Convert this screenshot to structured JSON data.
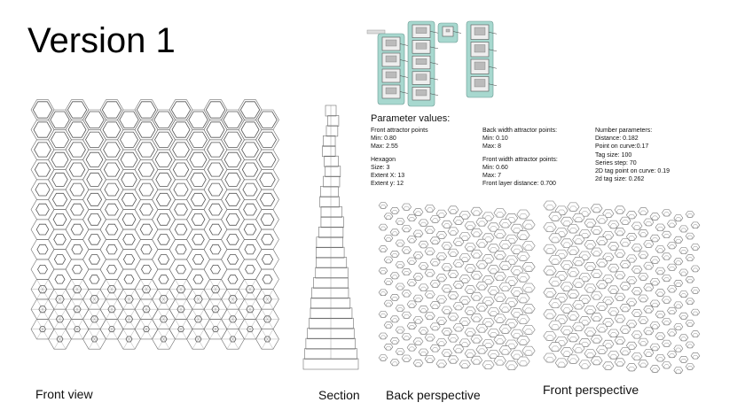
{
  "slide": {
    "title": "Version 1",
    "captions": {
      "front_view": "Front view",
      "section": "Section",
      "back_perspective": "Back perspective",
      "front_perspective": "Front perspective"
    }
  },
  "parameters": {
    "heading": "Parameter values:",
    "front_attractor": {
      "label": "Front attractor points",
      "min": "Min: 0.80",
      "max": "Max: 2.55"
    },
    "hexagon": {
      "label": "Hexagon",
      "size": "Size: 3",
      "extent_x": "Extent X: 13",
      "extent_y": "Extent y: 12"
    },
    "back_width": {
      "label": "Back width attractor points:",
      "min": "Min: 0.10",
      "max": "Max: 8"
    },
    "front_width": {
      "label": "Front width attractor points:",
      "min": "Min: 0.60",
      "max": "Max: 7",
      "layer_distance": "Front layer distance: 0.700"
    },
    "numbers": {
      "label": "Number parameters:",
      "distance": "Distance: 0.182",
      "point_on_curve": "Point on curve:0.17",
      "tag_size": "Tag size: 100",
      "series_step": "Series step: 70",
      "tag_point_2d": "2D tag point on curve: 0.19",
      "tag_size_2d": "2d tag size: 0.262"
    }
  },
  "colors": {
    "line": "#6f6f6f",
    "node_panel": "#a7d8cf",
    "node_border": "#6b9a92"
  }
}
